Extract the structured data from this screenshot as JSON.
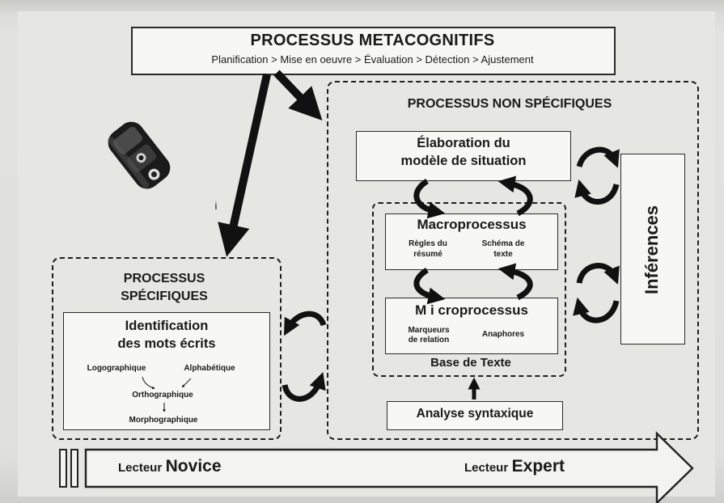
{
  "metacognitifs": {
    "title": "PROCESSUS METACOGNITIFS",
    "steps": "Planification > Mise en oeuvre > Évaluation > Détection > Ajustement"
  },
  "non_specifiques": {
    "title": "PROCESSUS NON SPÉCIFIQUES",
    "elaboration_line1": "Élaboration du",
    "elaboration_line2": "modèle de situation",
    "macro_title": "Macroprocessus",
    "macro_left_1": "Règles du",
    "macro_left_2": "résumé",
    "macro_right_1": "Schéma de",
    "macro_right_2": "texte",
    "micro_title": "M i croprocessus",
    "micro_left_1": "Marqueurs",
    "micro_left_2": "de relation",
    "micro_right": "Anaphores",
    "base_texte": "Base de Texte",
    "analyse": "Analyse syntaxique",
    "inferences": "Inférences"
  },
  "specifiques": {
    "title_line1": "PROCESSUS",
    "title_line2": "SPÉCIFIQUES",
    "ident_line1": "Identification",
    "ident_line2": "des mots écrits",
    "logographique": "Logographique",
    "alphabetique": "Alphabétique",
    "orthographique": "Orthographique",
    "morphographique": "Morphographique"
  },
  "stray_mark": "i",
  "axis": {
    "novice_prefix": "Lecteur",
    "novice_word": "Novice",
    "expert_prefix": "Lecteur",
    "expert_word": "Expert"
  },
  "colors": {
    "ink": "#1a1a1a",
    "box_fill": "#f7f7f5",
    "paper": "#e6e6e3"
  }
}
